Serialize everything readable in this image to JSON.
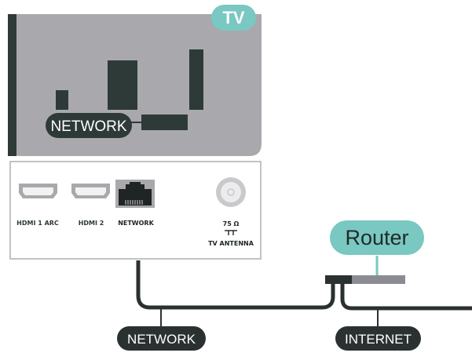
{
  "tv_badge": "TV",
  "tv_network_label": "NETWORK",
  "ports": {
    "hdmi1_arc": "HDMI 1 ARC",
    "hdmi2": "HDMI 2",
    "network": "NETWORK",
    "antenna_value": "75 Ω",
    "antenna_label": "TV ANTENNA"
  },
  "router_label": "Router",
  "cable_network_label": "NETWORK",
  "cable_internet_label": "INTERNET",
  "colors": {
    "tv_body": "#a9a9ad",
    "tv_dark": "#2e3a38",
    "teal": "#79c8c1",
    "cable": "#2b3131",
    "router_bar": "#8a8c91",
    "panel_border": "#c2c2c4"
  }
}
